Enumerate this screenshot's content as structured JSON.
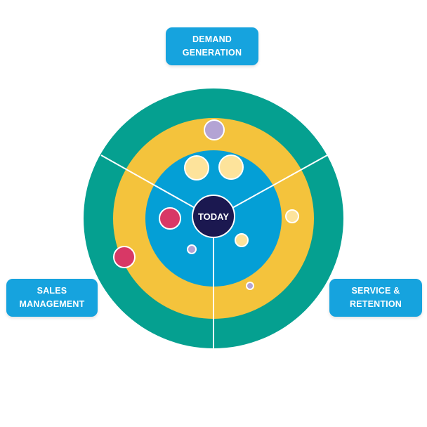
{
  "colors": {
    "outer_ring": "#05a090",
    "middle_ring": "#f4c33c",
    "inner_disc": "#049fd6",
    "center": "#1b1850",
    "divider": "#ffffff",
    "label_box": "#16a3de",
    "dot_cream": "#fde39b",
    "dot_lavender": "#b3a3d4",
    "dot_crimson": "#d83866"
  },
  "center": {
    "label": "TODAY"
  },
  "labels": {
    "demand": {
      "line1": "DEMAND",
      "line2": "GENERATION"
    },
    "sales": {
      "line1": "SALES",
      "line2": "MANAGEMENT"
    },
    "service": {
      "line1": "SERVICE &",
      "line2": "RETENTION"
    }
  },
  "dots": [
    {
      "name": "lavender-dot-top",
      "kind": "lavender"
    },
    {
      "name": "cream-dot-upper-left",
      "kind": "cream"
    },
    {
      "name": "cream-dot-upper-right",
      "kind": "cream"
    },
    {
      "name": "crimson-dot-left-inner",
      "kind": "crimson"
    },
    {
      "name": "crimson-dot-left-outer",
      "kind": "crimson"
    },
    {
      "name": "cream-dot-right",
      "kind": "cream"
    },
    {
      "name": "cream-dot-lower-right",
      "kind": "cream"
    },
    {
      "name": "lavender-dot-small-center",
      "kind": "lavender"
    },
    {
      "name": "lavender-dot-small-lower",
      "kind": "lavender"
    }
  ]
}
